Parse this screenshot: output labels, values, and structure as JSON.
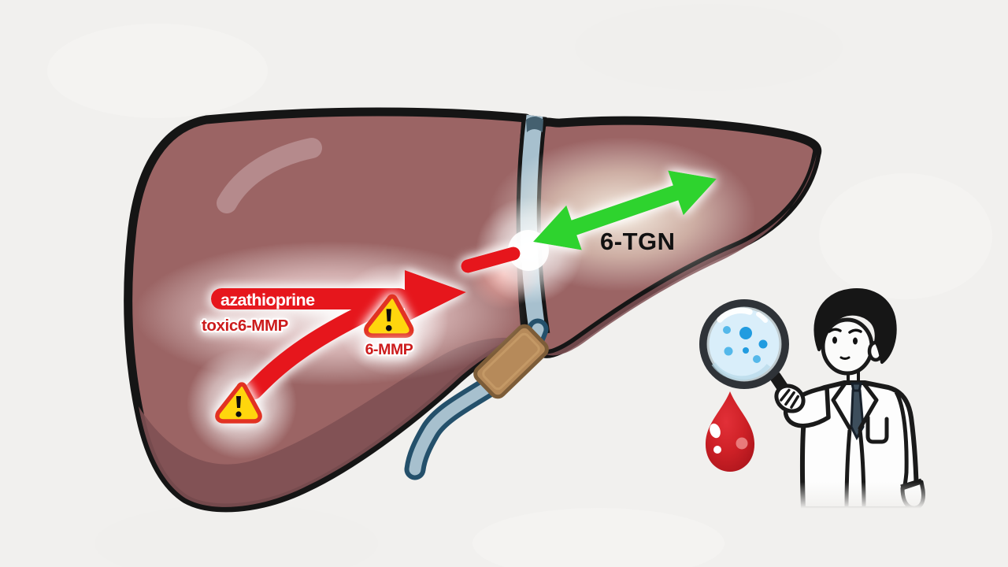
{
  "labels": {
    "drug": "azathioprine",
    "toxic_metabolite": "toxic6-MMP",
    "metabolite_mmp": "6-MMP",
    "metabolite_tgn": "6-TGN"
  },
  "colors": {
    "background": "#f1f0ee",
    "liver": "#9b6464",
    "liver_shade": "#7f5053",
    "liver_highlight": "#b68c8e",
    "outline": "#151515",
    "arrow_red": "#e6171a",
    "arrow_green": "#2fd32f",
    "warning_yellow": "#ffd60b",
    "warning_border": "#e23222",
    "duct_blue": "#a7c0ce",
    "duct_outline": "#24506b",
    "cuff_tan": "#b68a5a",
    "lens_blue": "#d9eefa",
    "cell_blue": "#219ce0",
    "cell_blue_light": "#54b8ea",
    "blood_red": "#cf2127",
    "tie_navy": "#3d4e5c",
    "coat_white": "#fdfdfd",
    "text_dark": "#111111",
    "text_white": "#ffffff",
    "label_red": "#cc1b1f"
  }
}
